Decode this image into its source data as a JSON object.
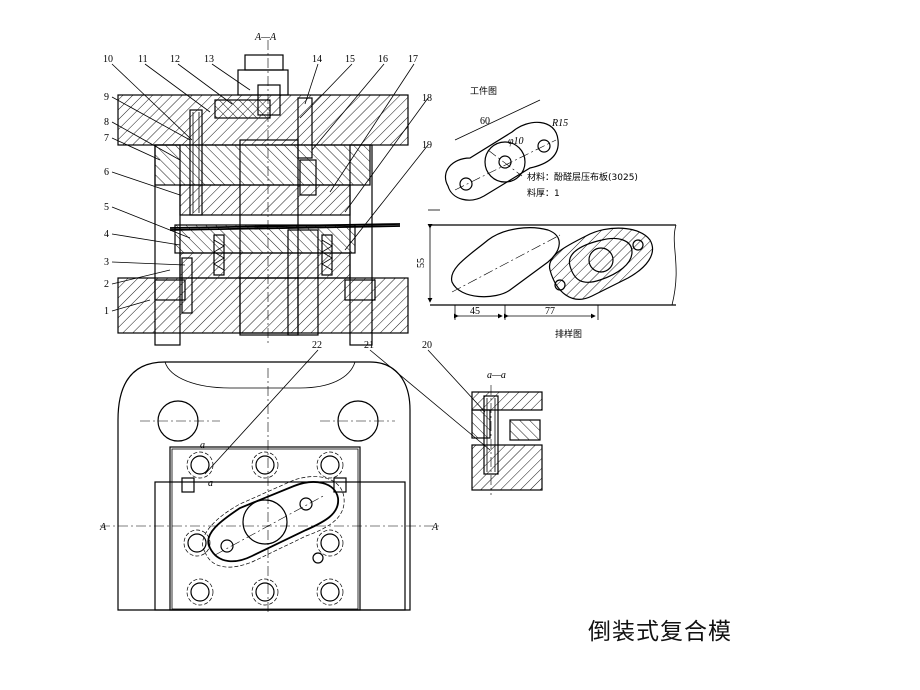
{
  "labels": {
    "section_main": "A—A",
    "section_small": "a—a",
    "workpiece_title": "工件图",
    "material": "材料：酚醛层压布板(3025)",
    "thickness": "料厚：1",
    "layout_title": "排样图",
    "dim_60": "60",
    "dim_r15": "R15",
    "dim_phi10": "φ10",
    "dim_55": "55",
    "dim_45": "45",
    "dim_77": "77",
    "section_a": "A",
    "section_a_lower": "a"
  },
  "part_numbers": [
    "1",
    "2",
    "3",
    "4",
    "5",
    "6",
    "7",
    "8",
    "9",
    "10",
    "11",
    "12",
    "13",
    "14",
    "15",
    "16",
    "17",
    "18",
    "19",
    "20",
    "21",
    "22"
  ],
  "caption": "倒装式复合模"
}
